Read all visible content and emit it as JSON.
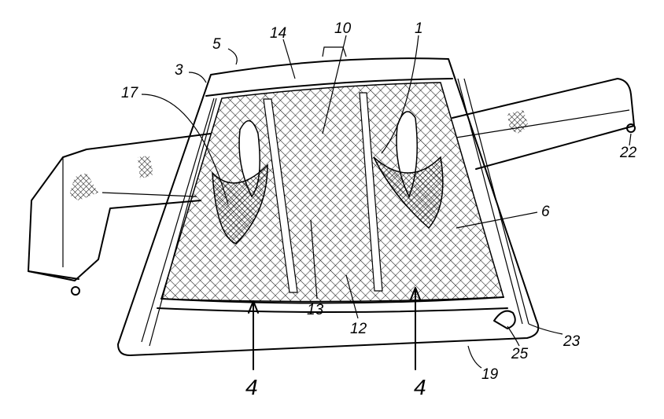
{
  "figure": {
    "labels": {
      "l5": "5",
      "l14": "14",
      "l10": "10",
      "l1": "1",
      "l3": "3",
      "l17": "17",
      "l22": "22",
      "l6": "6",
      "l13": "13",
      "l12": "12",
      "l4a": "4",
      "l4b": "4",
      "l19": "19",
      "l25": "25",
      "l23": "23"
    }
  }
}
